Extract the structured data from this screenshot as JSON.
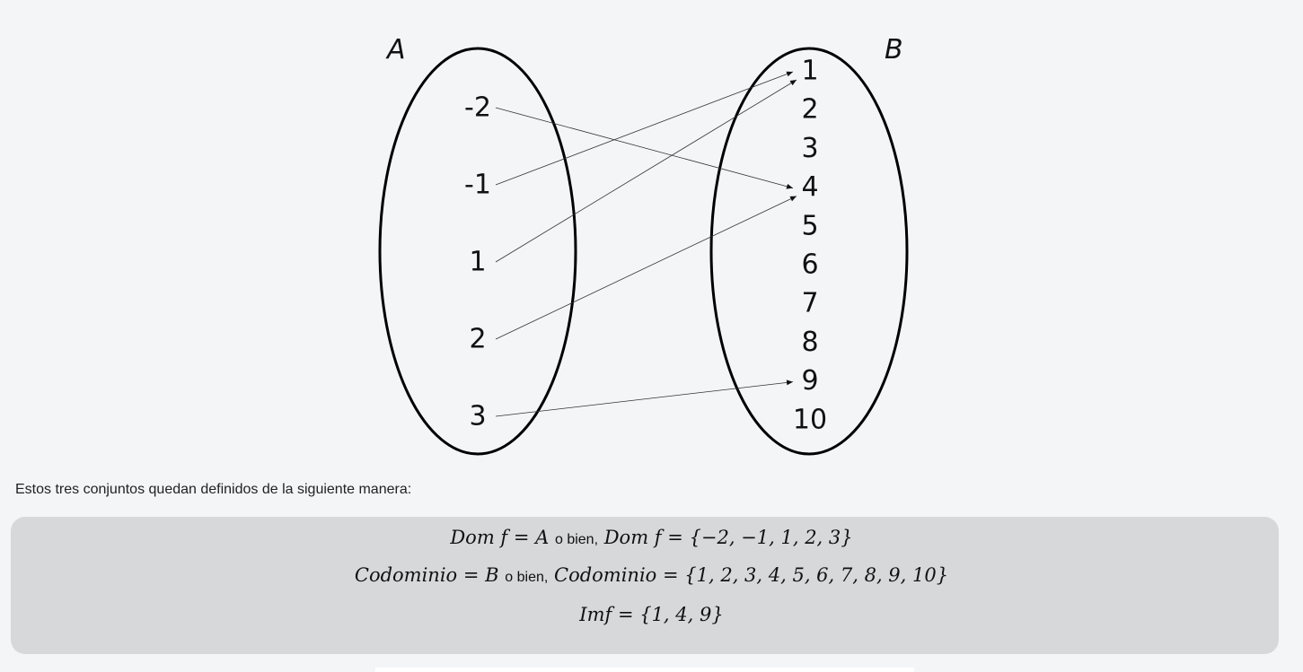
{
  "diagram": {
    "set_a_label": "A",
    "set_b_label": "B",
    "set_a_elements": [
      "-2",
      "-1",
      "1",
      "2",
      "3"
    ],
    "set_b_elements": [
      "1",
      "2",
      "3",
      "4",
      "5",
      "6",
      "7",
      "8",
      "9",
      "10"
    ],
    "mappings": [
      {
        "from": "-2",
        "to": "4"
      },
      {
        "from": "-1",
        "to": "1"
      },
      {
        "from": "1",
        "to": "1"
      },
      {
        "from": "2",
        "to": "4"
      },
      {
        "from": "3",
        "to": "9"
      }
    ]
  },
  "content": {
    "intro": "Estos tres conjuntos quedan definidos de la siguiente manera:",
    "connector": "o bien,",
    "dom_lhs": "Dom f = A",
    "dom_rhs": "Dom f = {−2, −1, 1, 2, 3}",
    "cod_lhs": "Codominio = B",
    "cod_rhs": "Codominio = {1, 2, 3, 4, 5, 6, 7, 8, 9, 10}",
    "im": "Imf = {1, 4, 9}"
  }
}
